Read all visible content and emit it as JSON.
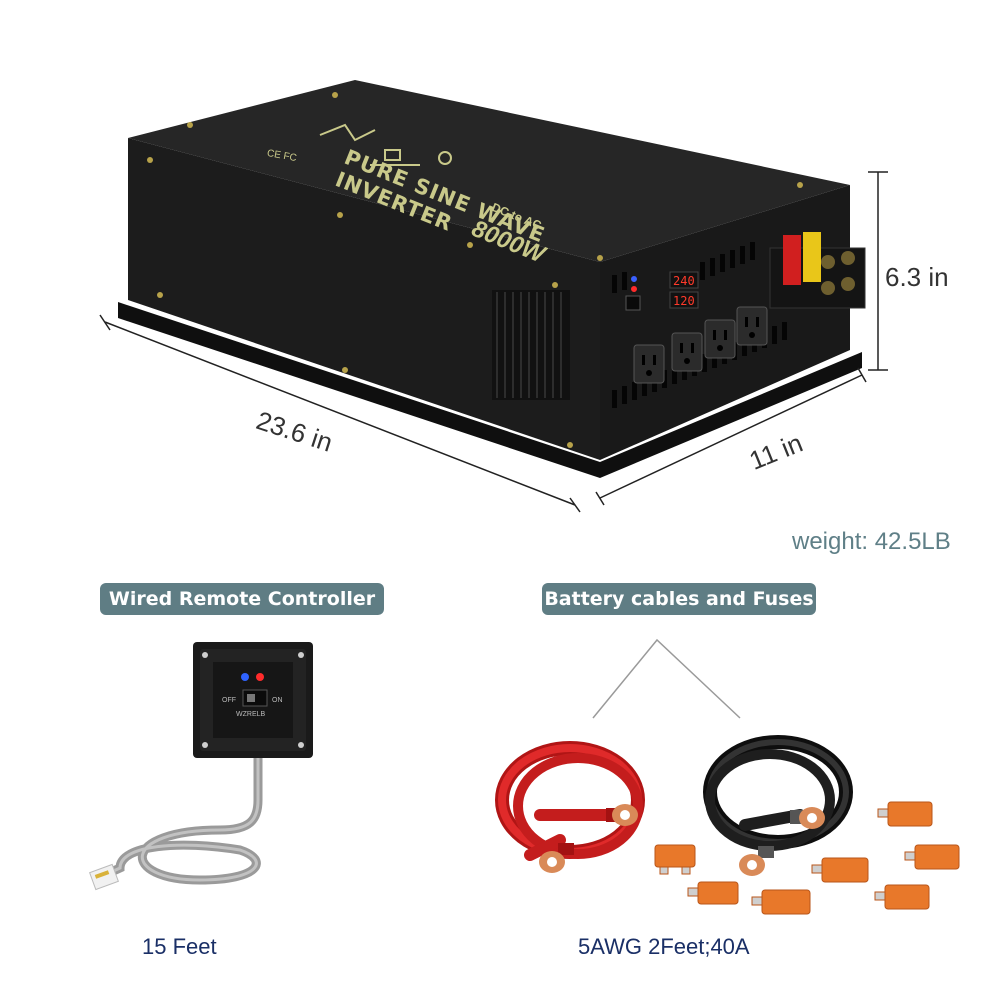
{
  "product": {
    "top_text": "PURE SINE WAVE INVERTER",
    "power_text": "8000W",
    "conversion_text": "DC to AC",
    "display_top": "240",
    "display_bottom": "120",
    "cert_marks": "CE FC"
  },
  "dimensions": {
    "length": "23.6 in",
    "depth": "11 in",
    "height": "6.3 in"
  },
  "weight": "weight: 42.5LB",
  "accessories": {
    "remote": {
      "heading": "Wired Remote Controller",
      "length_caption": "15 Feet",
      "off_label": "OFF",
      "on_label": "ON",
      "brand": "WZRELB"
    },
    "cables": {
      "heading": "Battery cables and Fuses",
      "spec_caption": "5AWG 2Feet;40A"
    }
  },
  "colors": {
    "accent": "#5f7d84",
    "caption": "#1a2f66",
    "body": "#232323",
    "print": "#c9c98a",
    "fuse": "#e8782a",
    "red_cable": "#d11f1f",
    "black_cable": "#1e1e1e"
  }
}
